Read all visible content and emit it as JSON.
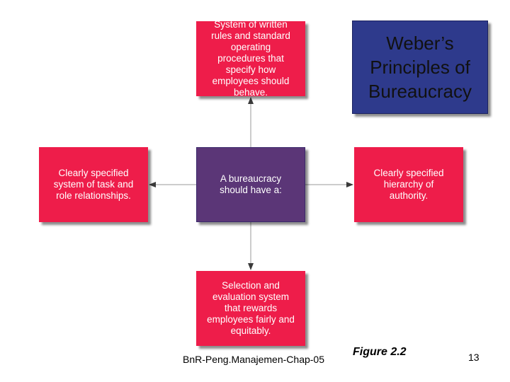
{
  "title": "Weber’s Principles of Bureaucracy",
  "center": "A bureaucracy should have a:",
  "principles": {
    "top": "System of written rules and standard operating procedures that specify how employees should behave.",
    "left": "Clearly specified system of task and role relationships.",
    "right": "Clearly specified hierarchy of authority.",
    "bottom": "Selection and evaluation system that rewards employees fairly and equitably."
  },
  "footer": {
    "source": "BnR-Peng.Manajemen-Chap-05",
    "figure": "Figure 2.2",
    "page": "13"
  },
  "colors": {
    "principle_box": "#ee1d4a",
    "center_box": "#5b3677",
    "title_box": "#2e3a8c"
  }
}
